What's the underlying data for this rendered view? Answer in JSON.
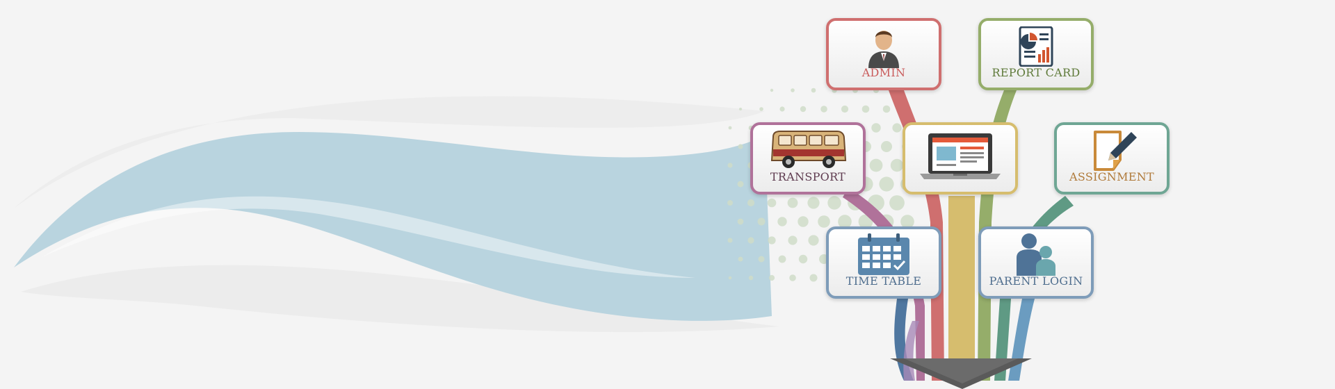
{
  "modules": [
    {
      "label": "ADMIN",
      "icon": "admin-user-icon",
      "color": "#cf6f6f",
      "text_color": "#c95b5b"
    },
    {
      "label": "REPORT CARD",
      "icon": "report-card-icon",
      "color": "#95ad6a",
      "text_color": "#5f7a3a"
    },
    {
      "label": "TRANSPORT",
      "icon": "bus-icon",
      "color": "#b0729a",
      "text_color": "#5e3b4f"
    },
    {
      "label": "",
      "icon": "laptop-icon",
      "color": "#d6bd6e",
      "text_color": "#7a6a2a"
    },
    {
      "label": "ASSIGNMENT",
      "icon": "pen-paper-icon",
      "color": "#6fa694",
      "text_color": "#b07a3a"
    },
    {
      "label": "TIME TABLE",
      "icon": "calendar-icon",
      "color": "#7e9cb9",
      "text_color": "#4f6e8e"
    },
    {
      "label": "PARENT LOGIN",
      "icon": "parent-child-icon",
      "color": "#7e9cb9",
      "text_color": "#4f6e8e"
    }
  ],
  "colors": {
    "wave": "#b9d4df",
    "dots": "#cfdcc8",
    "arrow": "#5a5a5a"
  }
}
